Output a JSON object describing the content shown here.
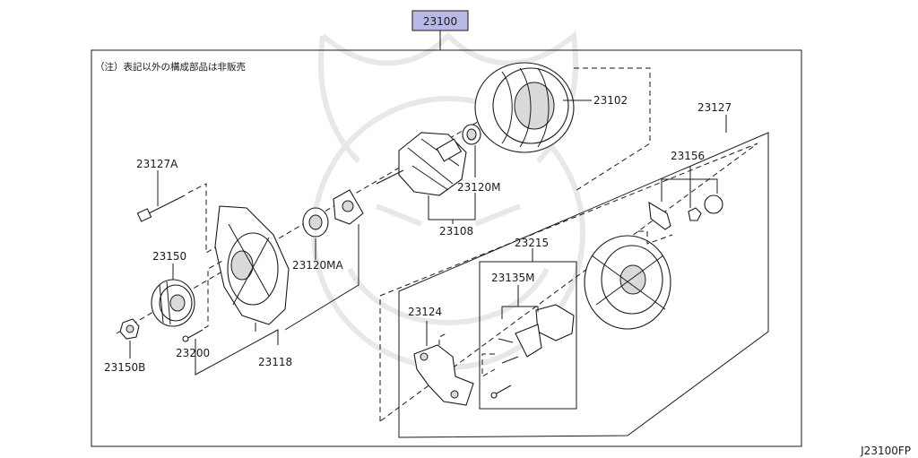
{
  "diagram": {
    "assembly_code": "23100",
    "note": "（注）表記以外の構成部品は非販売",
    "figure_code": "J23100FP",
    "colors": {
      "assembly_highlight": "#b8b9e6",
      "line": "#1a1a1a"
    },
    "parts": {
      "p23102": "23102",
      "p23127": "23127",
      "p23156": "23156",
      "p23127A": "23127A",
      "p23120M": "23120M",
      "p23108": "23108",
      "p23215": "23215",
      "p23150": "23150",
      "p23120MA": "23120MA",
      "p23135M": "23135M",
      "p23124": "23124",
      "p23200": "23200",
      "p23118": "23118",
      "p23150B": "23150B"
    }
  }
}
